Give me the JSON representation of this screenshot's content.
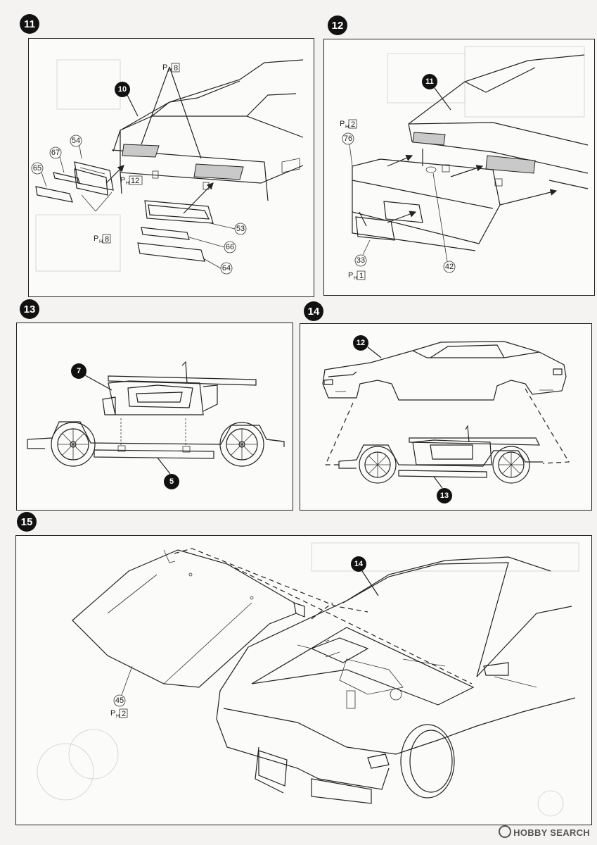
{
  "steps": [
    {
      "number": "11"
    },
    {
      "number": "12"
    },
    {
      "number": "13"
    },
    {
      "number": "14"
    },
    {
      "number": "15"
    }
  ],
  "step11": {
    "callout_main": "10",
    "parts": [
      "54",
      "67",
      "65",
      "53",
      "66",
      "64"
    ],
    "paint": [
      {
        "code": "P",
        "sub": "H",
        "num": "8"
      },
      {
        "code": "P",
        "sub": "H",
        "num": "12"
      },
      {
        "code": "P",
        "sub": "H",
        "num": "8"
      }
    ]
  },
  "step12": {
    "callout_main": "11",
    "parts": [
      "76",
      "33",
      "42"
    ],
    "paint": [
      {
        "code": "P",
        "sub": "H",
        "num": "2"
      },
      {
        "code": "P",
        "sub": "H",
        "num": "1"
      }
    ]
  },
  "step13": {
    "callout_top": "7",
    "callout_bottom": "5"
  },
  "step14": {
    "callout_top": "12",
    "callout_bottom": "13"
  },
  "step15": {
    "callout_main": "14",
    "parts": [
      "45"
    ],
    "paint": [
      {
        "code": "P",
        "sub": "H",
        "num": "2"
      }
    ]
  },
  "watermark": "HOBBY SEARCH"
}
